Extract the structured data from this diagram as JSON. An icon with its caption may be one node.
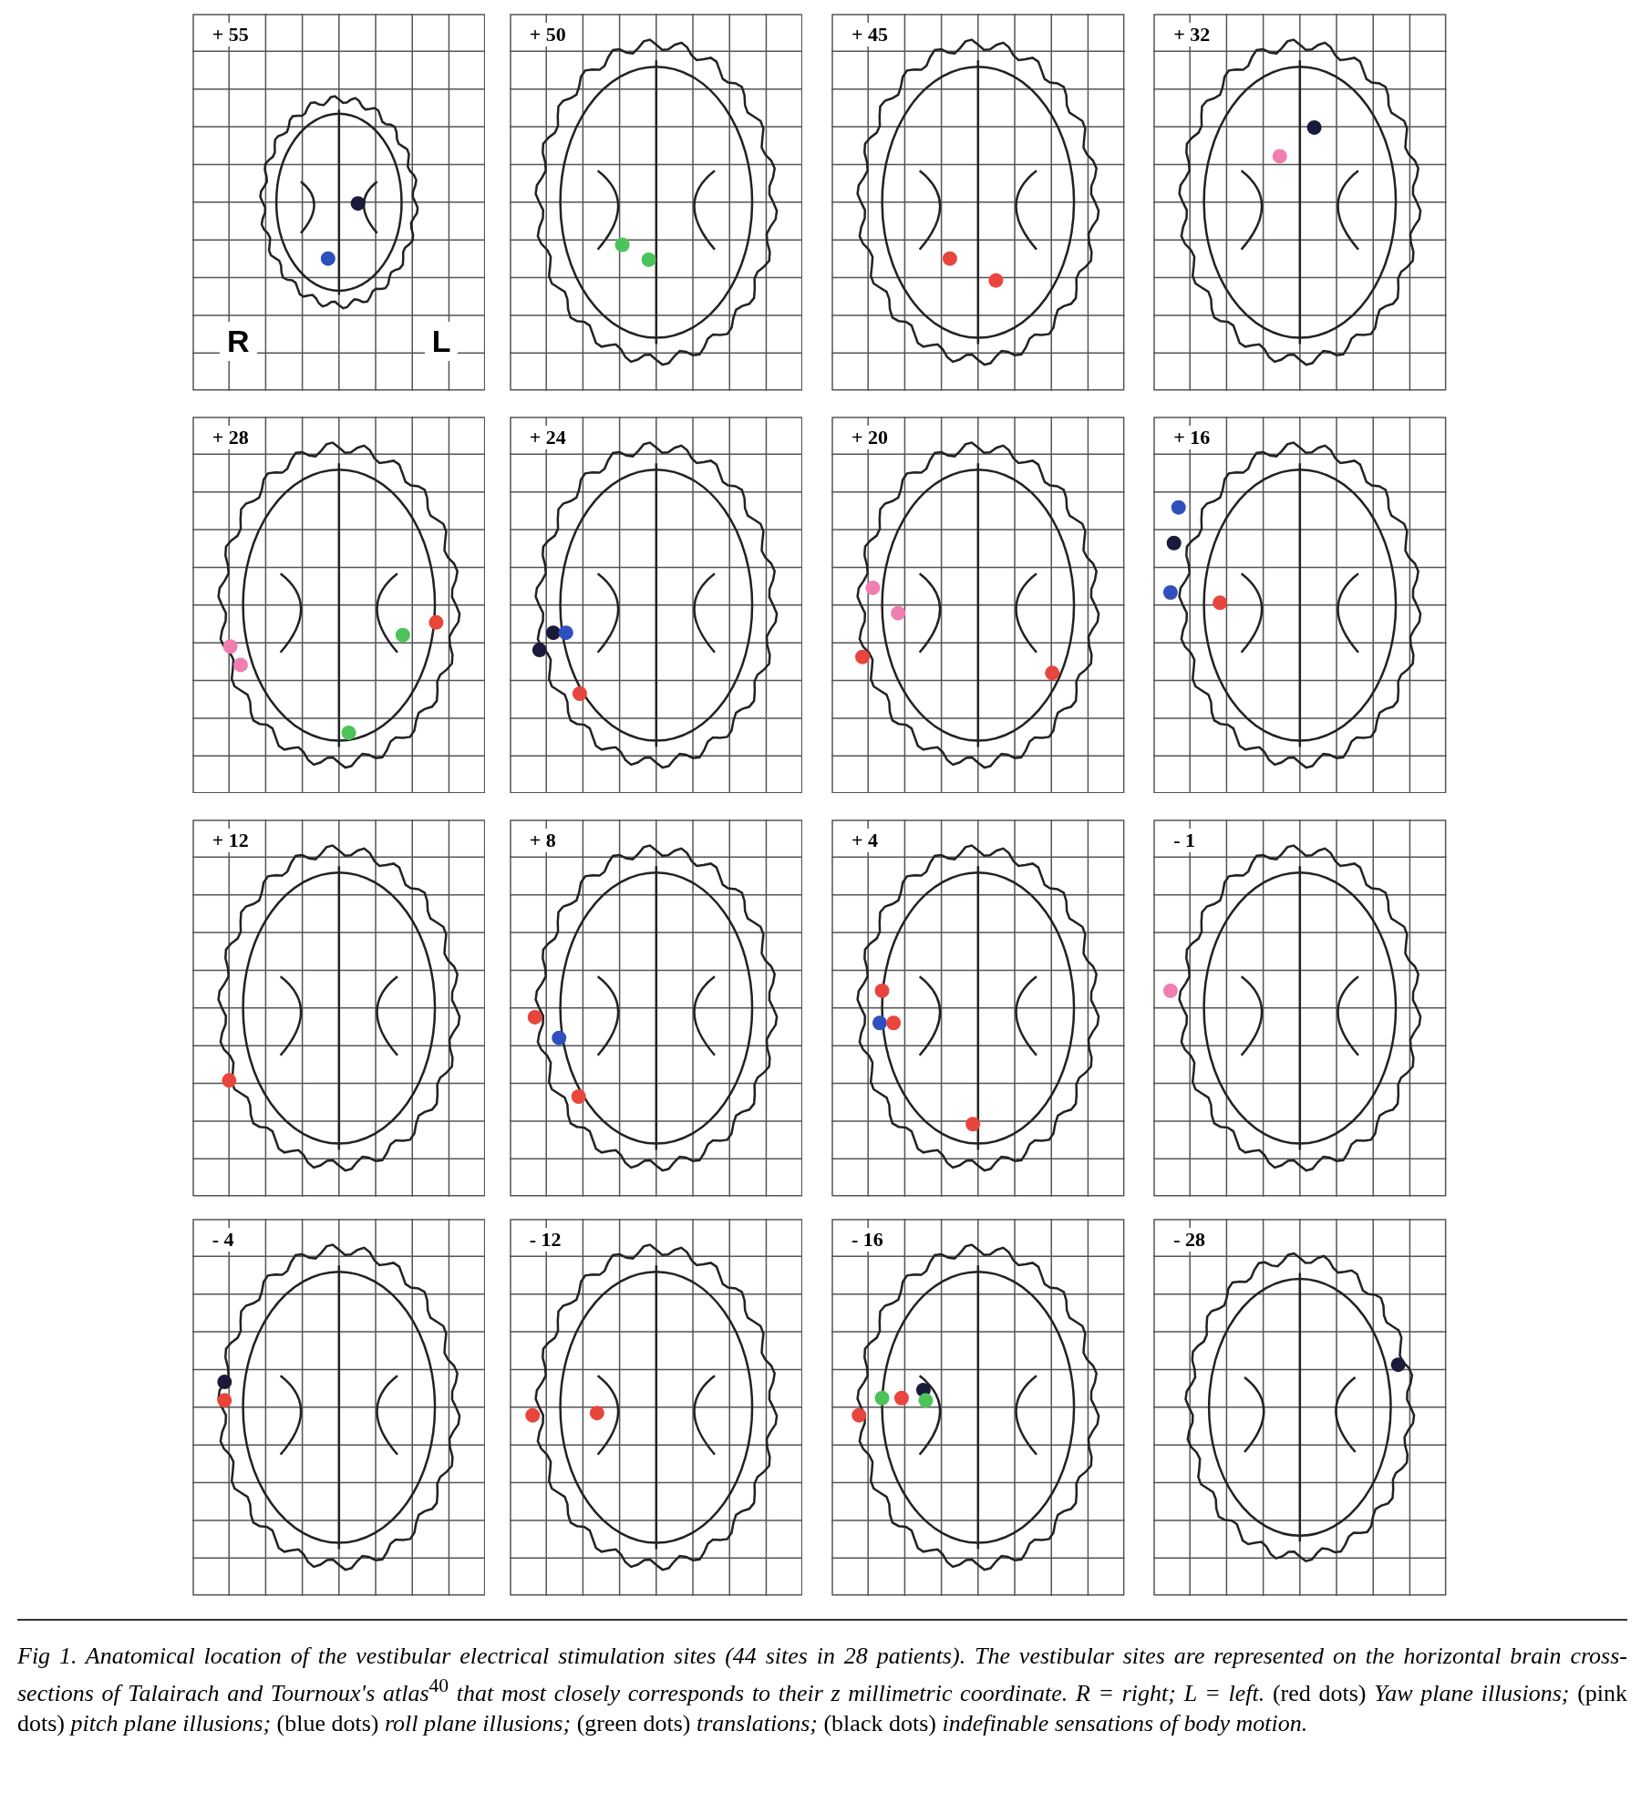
{
  "diagram": {
    "labels": [
      "+ 55",
      "+ 50",
      "+ 45",
      "+ 32",
      "R",
      "L",
      "+ 28",
      "+ 24",
      "+ 20",
      "+ 16",
      "+ 12",
      "+ 8",
      "+ 4",
      "- 1",
      "- 4",
      "- 12",
      "- 16",
      "- 28"
    ],
    "caption": "*Fig 1. Anatomical location of the vestibular electrical stimulation sites (44 sites in 28 patients). The vestibular sites are represented on the horizontal brain cross-sections of Talairach and Tournoux's atlas*$^{40}$ *that most closely corresponds to their z millimetric coordinate. R = right; L = left.* (red dots) *Yaw plane illusions;* (pink dots) *pitch plane illusions;* (blue dots) *roll plane illusions;* (green dots) *translations;* (black dots) *indefinable sensations of body motion.*"
  }
}
